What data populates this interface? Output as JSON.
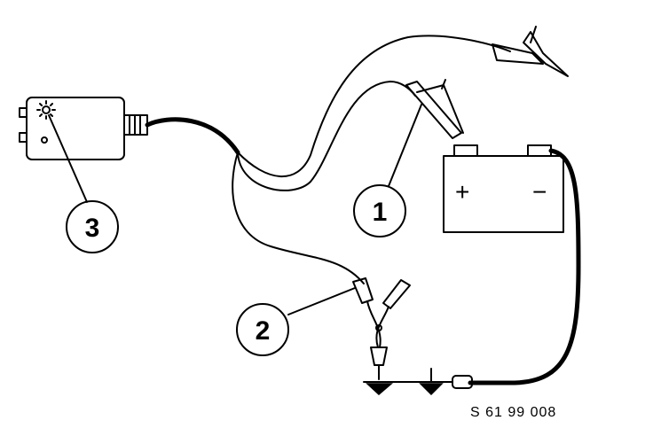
{
  "callouts": [
    {
      "number": "1"
    },
    {
      "number": "2"
    },
    {
      "number": "3"
    }
  ],
  "battery": {
    "positive_symbol": "+",
    "negative_symbol": "−"
  },
  "reference_code": "S 61 99 008"
}
